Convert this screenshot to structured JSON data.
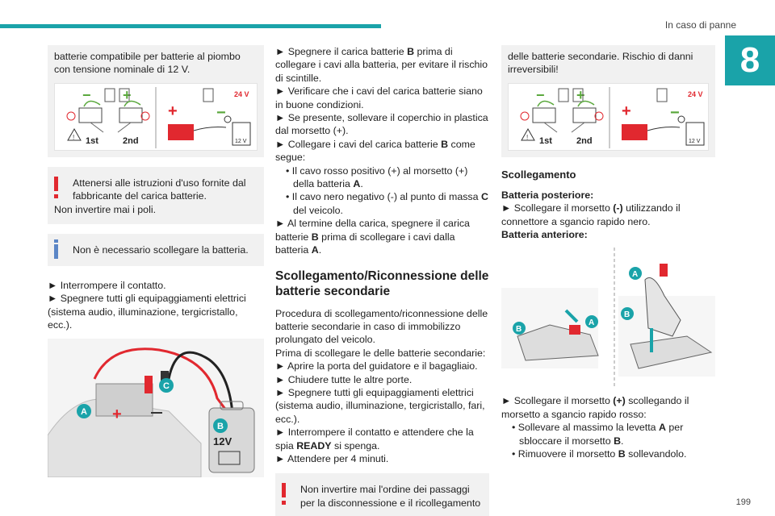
{
  "header": {
    "title": "In caso di panne",
    "chapter": "8",
    "page_number": "199"
  },
  "col1": {
    "box_text": "batterie compatibile per batterie al piombo con tensione nominale di 12 V.",
    "diagram": {
      "step1": "1st",
      "step2": "2nd",
      "volt24": "24 V",
      "volt12": "12 V",
      "plus": "+",
      "minus": "−"
    },
    "warn1_line1": "Attenersi alle istruzioni d'uso fornite dal",
    "warn1_line2": "fabbricante del carica batterie.",
    "warn1_line3": "Non invertire mai i poli.",
    "info1": "Non è necessario scollegare la batteria.",
    "steps": [
      "► Interrompere il contatto.",
      "► Spegnere tutti gli equipaggiamenti elettrici (sistema audio, illuminazione, tergicristallo, ecc.)."
    ],
    "photo_labels": {
      "a": "A",
      "b": "B",
      "c": "C",
      "v": "12V"
    }
  },
  "col2": {
    "p1_pre": "► Spegnere il carica batterie ",
    "p1_b": "B",
    "p1_post": " prima di collegare i cavi alla batteria, per evitare il rischio di scintille.",
    "p2": "► Verificare che i cavi del carica batterie siano in buone condizioni.",
    "p3": "► Se presente, sollevare il coperchio in plastica dal morsetto (+).",
    "p4_pre": "► Collegare i cavi del carica batterie ",
    "p4_b": "B",
    "p4_post": " come segue:",
    "b1_pre": "• Il cavo rosso positivo (+) al morsetto (+) della batteria ",
    "b1_b": "A",
    "b1_post": ".",
    "b2_pre": "• Il cavo nero negativo (-) al punto di massa ",
    "b2_b": "C",
    "b2_post": " del veicolo.",
    "p5_pre": "► Al termine della carica, spegnere il carica batterie ",
    "p5_b": "B",
    "p5_mid": " prima di scollegare i cavi dalla batteria ",
    "p5_b2": "A",
    "p5_post": ".",
    "heading": "Scollegamento/Riconnessione delle batterie secondarie",
    "p6": "Procedura di scollegamento/riconnessione delle batterie secondarie in caso di immobilizzo prolungato del veicolo.",
    "p7": "Prima di scollegare le delle batterie secondarie:",
    "p8": "► Aprire la porta del guidatore e il bagagliaio.",
    "p9": "► Chiudere tutte le altre porte.",
    "p10": "► Spegnere tutti gli equipaggiamenti elettrici (sistema audio, illuminazione, tergicristallo, fari, ecc.).",
    "p11_pre": "► Interrompere il contatto e attendere che la spia ",
    "p11_b": "READY",
    "p11_post": " si spenga.",
    "p12": "► Attendere per 4 minuti.",
    "warn2": "Non invertire mai l'ordine dei passaggi per la disconnessione e il ricollegamento"
  },
  "col3": {
    "box_text": "delle batterie secondarie. Rischio di danni irreversibili!",
    "heading": "Scollegamento",
    "rear_title": "Batteria posteriore:",
    "rear_pre": "► Scollegare il morsetto ",
    "rear_b": "(-)",
    "rear_post": " utilizzando il connettore a sgancio rapido nero.",
    "front_title": "Batteria anteriore:",
    "photo_labels": {
      "a": "A",
      "b": "B"
    },
    "s1_pre": "► Scollegare il morsetto ",
    "s1_b": "(+)",
    "s1_post": " scollegando il morsetto a sgancio rapido rosso:",
    "s2_pre": "• Sollevare al massimo la levetta ",
    "s2_b": "A",
    "s2_post": " per sbloccare il morsetto ",
    "s2_b2": "B",
    "s2_end": ".",
    "s3_pre": "• Rimuovere il morsetto ",
    "s3_b": "B",
    "s3_post": " sollevandolo."
  },
  "colors": {
    "accent": "#1aa3a9",
    "warning": "#e1282f",
    "info": "#5b86c6",
    "box": "#f1f1f1"
  }
}
